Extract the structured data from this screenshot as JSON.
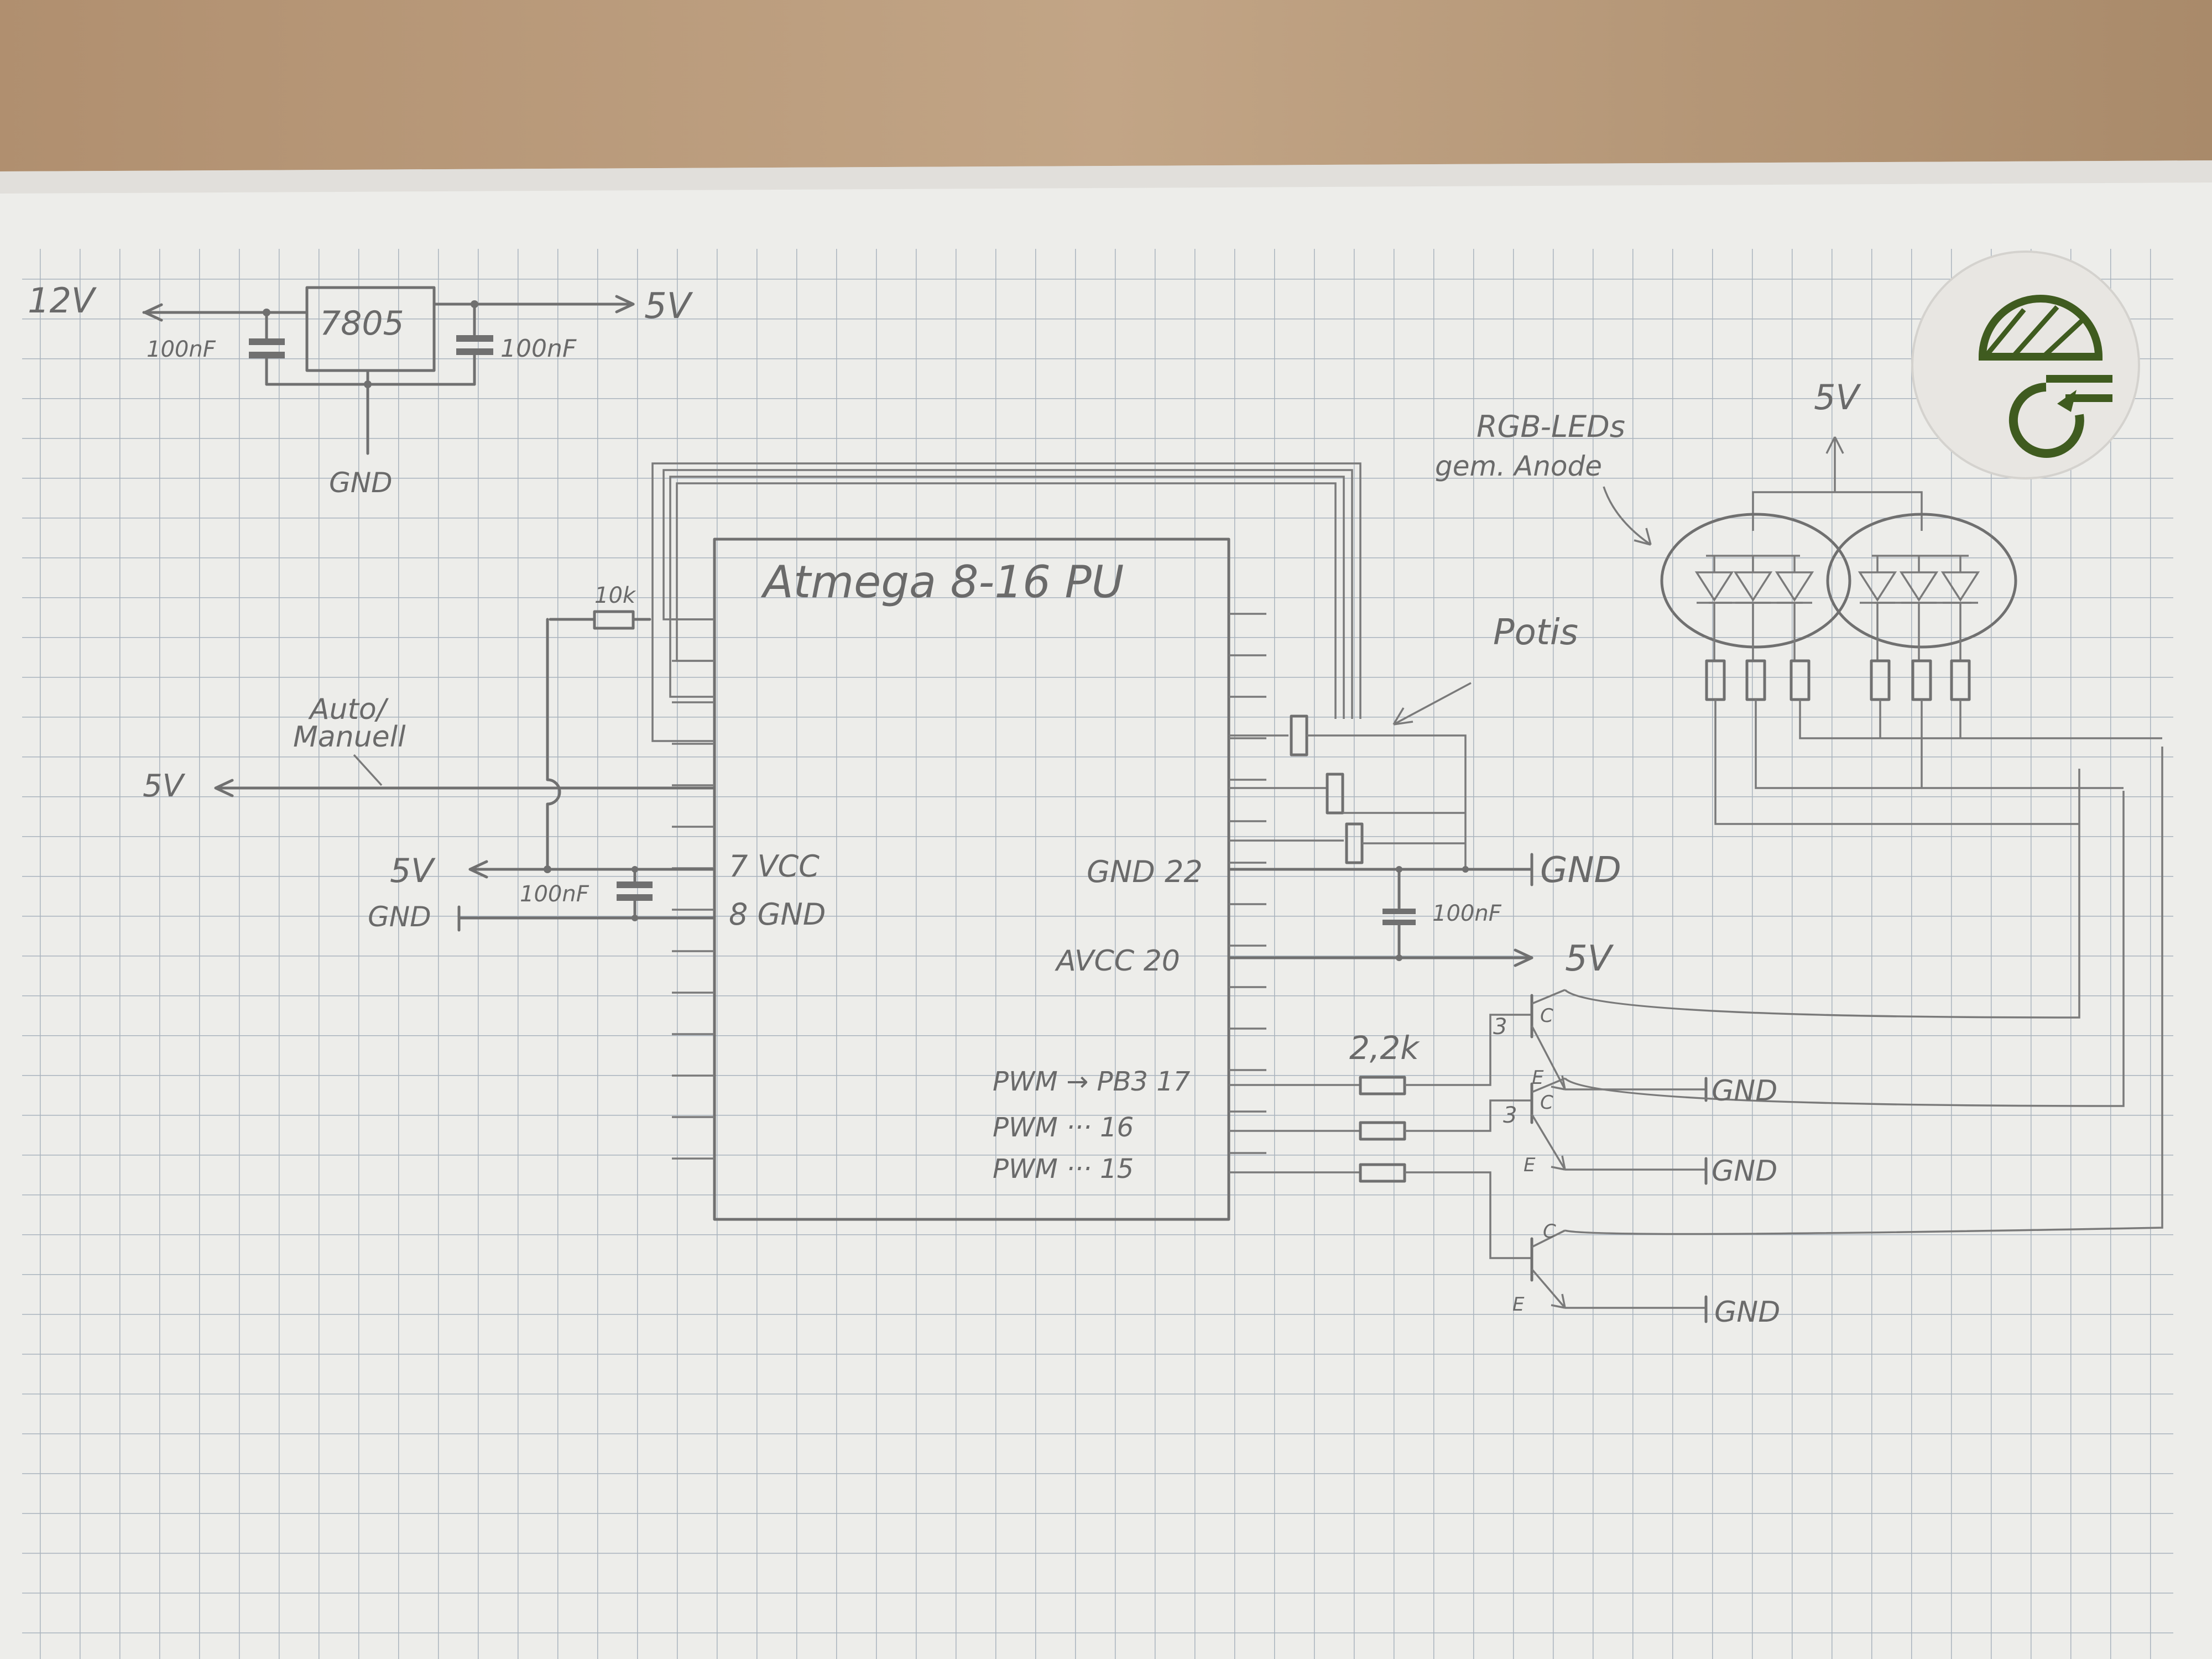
{
  "colors": {
    "desk": "#b89a7a",
    "paper": "#eeeeec",
    "grid": "#a9b3bd",
    "pencil": "#6f6f6f",
    "logo_green": "#3f5b1f"
  },
  "labels": {
    "v12": "12V",
    "regulator": "7805",
    "cap_in": "100nF",
    "cap_out": "100nF",
    "v5_top": "5V",
    "gnd_top": "GND",
    "mcu": "Atmega 8-16 PU",
    "res_10k": "10k",
    "auto_manuell_1": "Auto/",
    "auto_manuell_2": "Manuell",
    "v5_auto": "5V",
    "v5_vcc": "5V",
    "gnd_left": "GND",
    "cap_vcc": "100nF",
    "pin7": "7 VCC",
    "pin8": "8 GND",
    "pin22": "GND 22",
    "pin20": "AVCC 20",
    "pin17": "PWM → PB3 17",
    "pin16": "PWM ··· 16",
    "pin15": "PWM ··· 15",
    "gnd_22": "GND",
    "v5_avcc": "5V",
    "cap_avcc": "100nF",
    "potis": "Potis",
    "rgb_1": "RGB-LEDs",
    "rgb_2": "gem. Anode",
    "v5_led": "5V",
    "res_22k": "2,2k",
    "t1_base": "3",
    "t2_base": "3",
    "t_c": "C",
    "t_e": "E",
    "gnd_t1": "GND",
    "gnd_t2": "GND",
    "gnd_t3": "GND"
  }
}
